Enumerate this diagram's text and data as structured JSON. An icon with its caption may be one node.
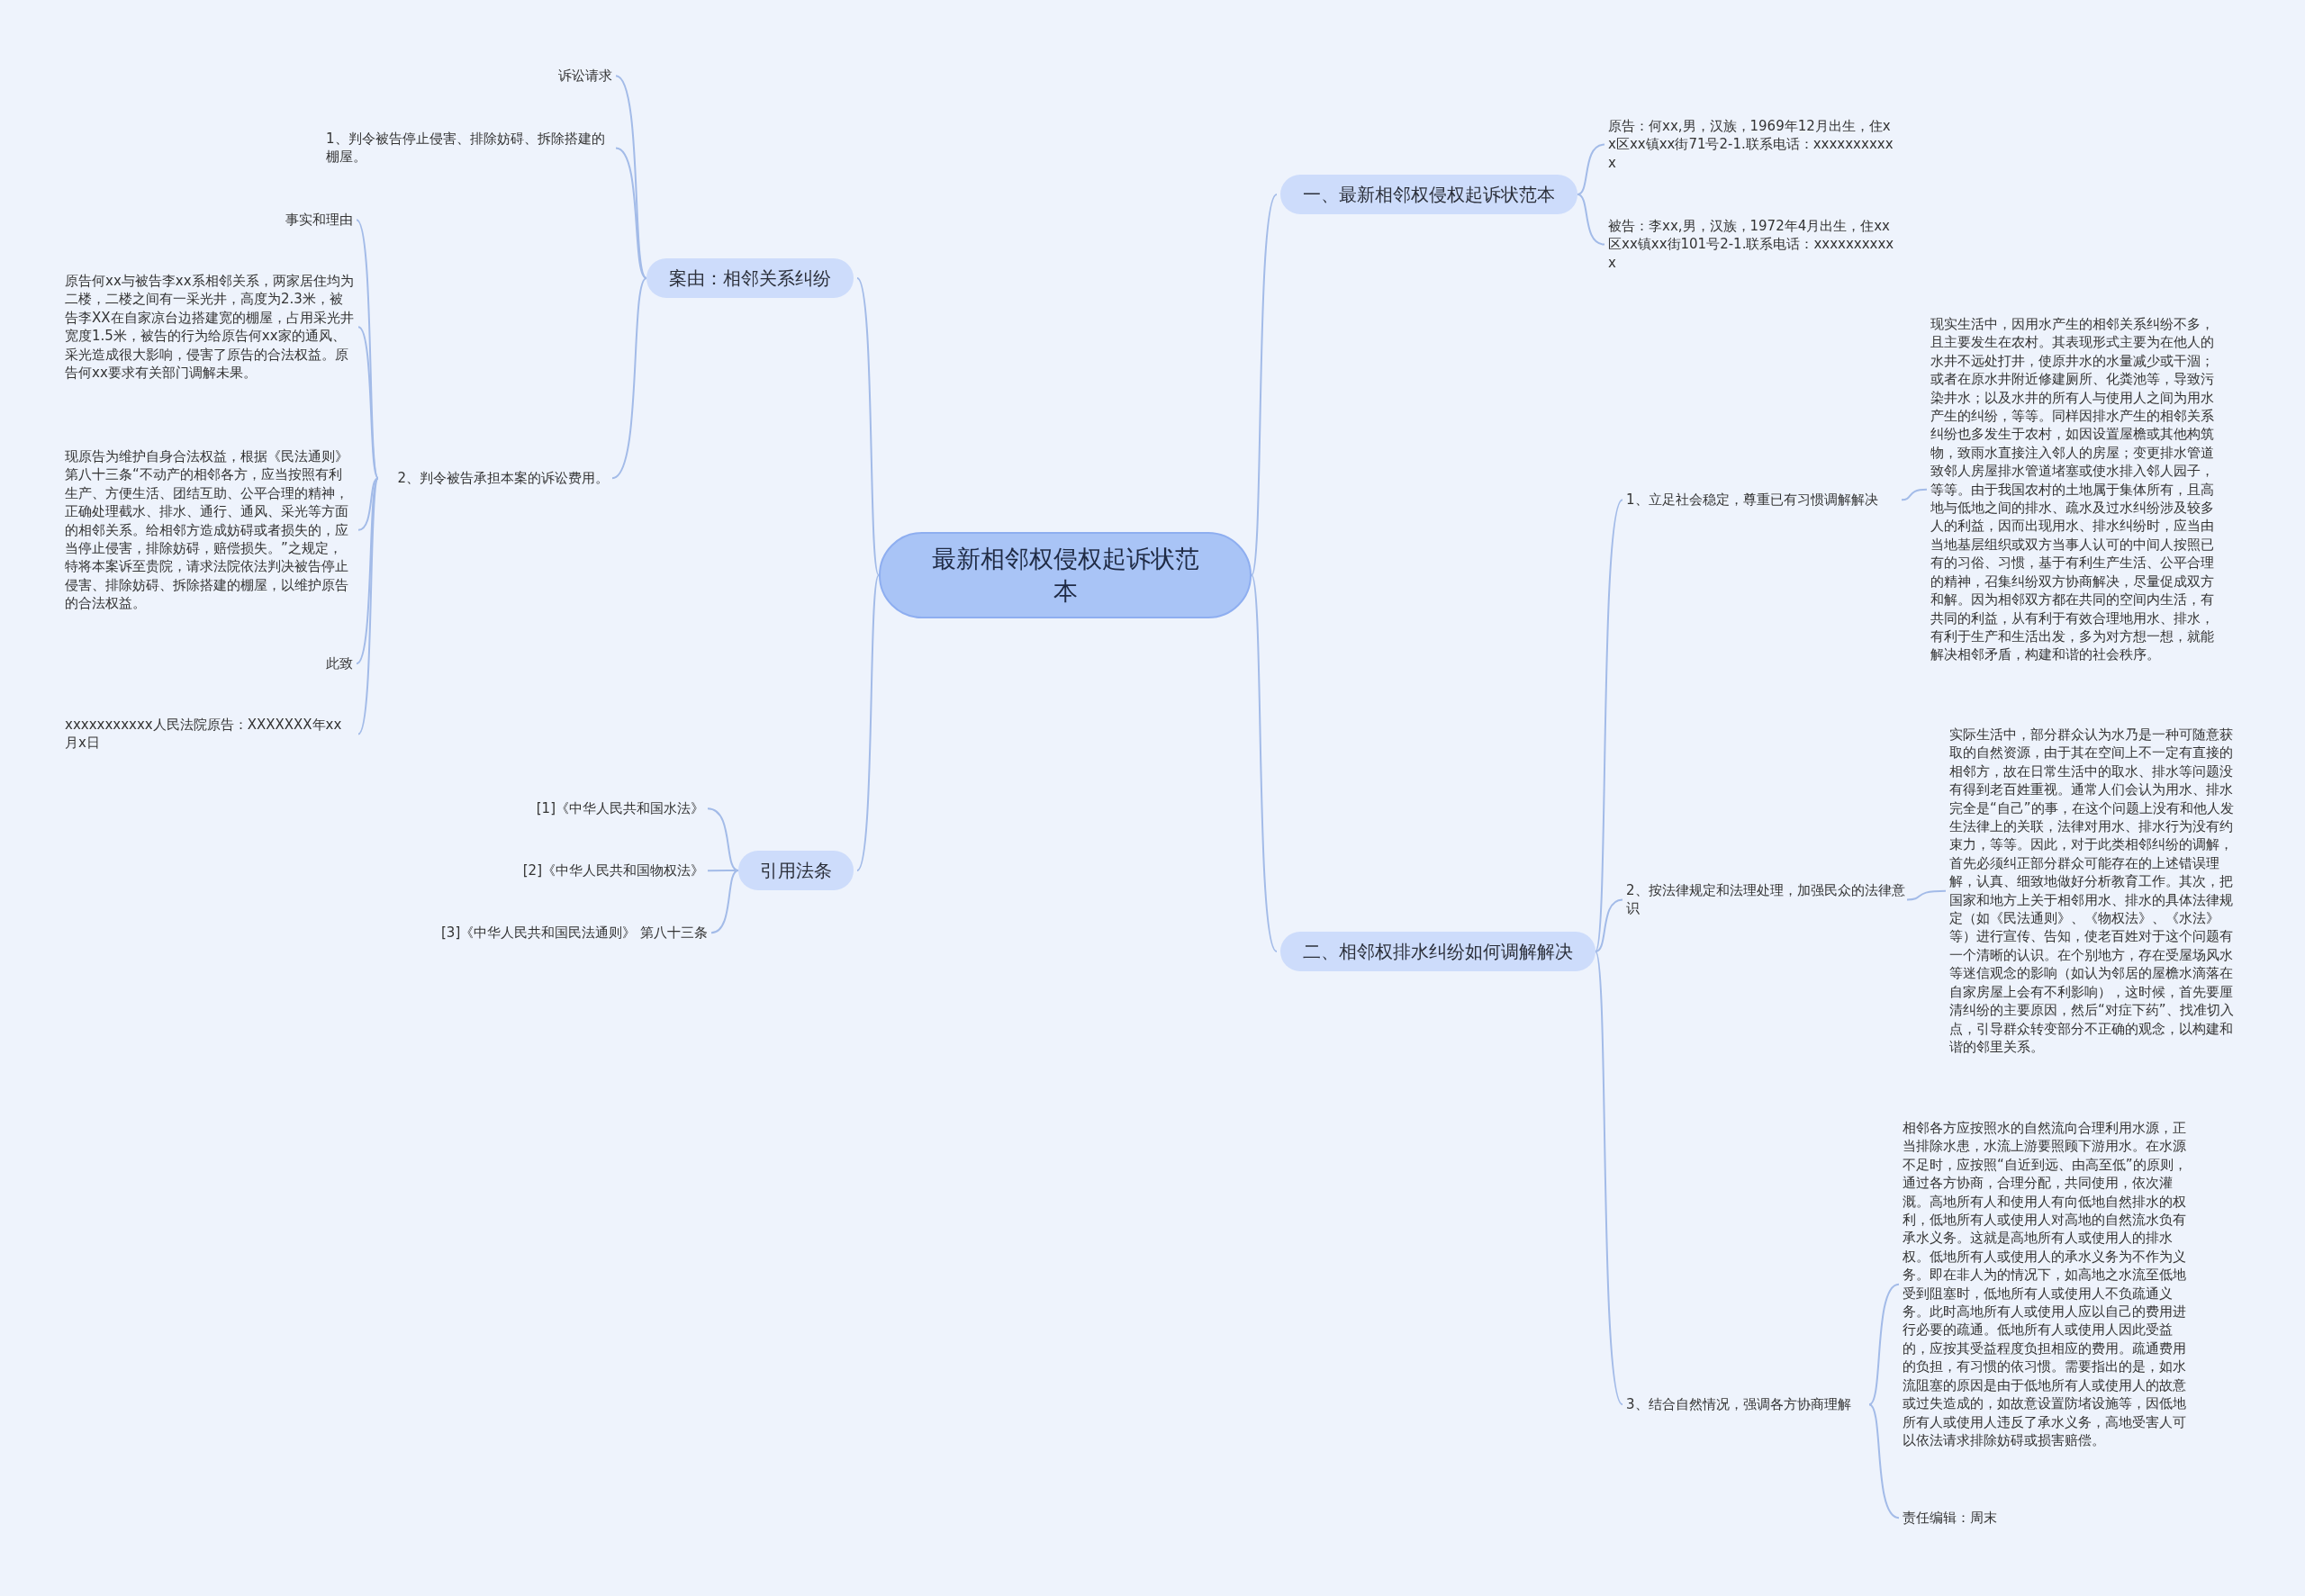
{
  "diagram": {
    "nodes": [
      {
        "text": [
          "最新相邻权侵权起诉状范本"
        ]
      },
      {
        "text": [
          "案由：相邻关系纠纷"
        ]
      },
      {
        "text": [
          "诉讼请求"
        ]
      },
      {
        "text": [
          "1、判令被告停止侵害、排除妨碍、拆除搭建的棚屋。"
        ]
      },
      {
        "text": [
          "2、判令被告承担本案的诉讼费用。"
        ]
      },
      {
        "text": [
          "事实和理由"
        ]
      },
      {
        "text": [
          "原告何xx与被告李xx系相邻关系，两家居住均为二楼，二楼之间有一采光井，高度为2.3米，被告李XX在自家凉台边搭建宽的棚屋，占用采光井宽度1.5米，被告的行为给原告何xx家的通风、采光造成很大影响，侵害了原告的合法权益。原告何xx要求有关部门调解未果。"
        ]
      },
      {
        "text": [
          "现原告为维护自身合法权益，根据《民法通则》第八十三条“不动产的相邻各方，应当按照有利生产、方便生活、团结互助、公平合理的精神，正确处理截水、排水、通行、通风、采光等方面的相邻关系。给相邻方造成妨碍或者损失的，应当停止侵害，排除妨碍，赔偿损失。”之规定，特将本案诉至贵院，请求法院依法判决被告停止侵害、排除妨碍、拆除搭建的棚屋，以维护原告的合法权益。"
        ]
      },
      {
        "text": [
          "此致"
        ]
      },
      {
        "text": [
          "xxxxxxxxxxx人民法院原告：XXXXXXX年xx月x日"
        ]
      },
      {
        "text": [
          "引用法条"
        ]
      },
      {
        "text": [
          "[1]《中华人民共和国水法》"
        ]
      },
      {
        "text": [
          "[2]《中华人民共和国物权法》"
        ]
      },
      {
        "text": [
          "[3]《中华人民共和国民法通则》 第八十三条"
        ]
      },
      {
        "text": [
          "一、最新相邻权侵权起诉状范本"
        ]
      },
      {
        "text": [
          "原告：何xx,男，汉族，1969年12月出生，住xx区xx镇xx街71号2-1.联系电话：xxxxxxxxxxx"
        ]
      },
      {
        "text": [
          "被告：李xx,男，汉族，1972年4月出生，住xx区xx镇xx街101号2-1.联系电话：xxxxxxxxxxx"
        ]
      },
      {
        "text": [
          "二、相邻权排水纠纷如何调解解决"
        ]
      },
      {
        "text": [
          "1、立足社会稳定，尊重已有习惯调解解决"
        ]
      },
      {
        "text": [
          "现实生活中，因用水产生的相邻关系纠纷不多，且主要发生在农村。其表现形式主要为在他人的水井不远处打井，使原井水的水量减少或干涸；或者在原水井附近修建厕所、化粪池等，导致污染井水；以及水井的所有人与使用人之间为用水产生的纠纷，等等。同样因排水产生的相邻关系纠纷也多发生于农村，如因设置屋檐或其他构筑物，致雨水直接注入邻人的房屋；变更排水管道致邻人房屋排水管道堵塞或使水排入邻人园子，等等。由于我国农村的土地属于集体所有，且高地与低地之间的排水、疏水及过水纠纷涉及较多人的利益，因而出现用水、排水纠纷时，应当由当地基层组织或双方当事人认可的中间人按照已有的习俗、习惯，基于有利生产生活、公平合理的精神，召集纠纷双方协商解决，尽量促成双方和解。因为相邻双方都在共同的空间内生活，有共同的利益，从有利于有效合理地用水、排水，有利于生产和生活出发，多为对方想一想，就能解决相邻矛盾，构建和谐的社会秩序。"
        ]
      },
      {
        "text": [
          "2、按法律规定和法理处理，加强民众的法律意识"
        ]
      },
      {
        "text": [
          "实际生活中，部分群众认为水乃是一种可随意获取的自然资源，由于其在空间上不一定有直接的相邻方，故在日常生活中的取水、排水等问题没有得到老百姓重视。通常人们会认为用水、排水完全是“自己”的事，在这个问题上没有和他人发生法律上的关联，法律对用水、排水行为没有约束力，等等。因此，对于此类相邻纠纷的调解，首先必须纠正部分群众可能存在的上述错误理解，认真、细致地做好分析教育工作。其次，把国家和地方上关于相邻用水、排水的具体法律规定（如《民法通则》、《物权法》、《水法》等）进行宣传、告知，使老百姓对于这个问题有一个清晰的认识。在个别地方，存在受屋场风水等迷信观念的影响（如认为邻居的屋檐水滴落在自家房屋上会有不利影响），这时候，首先要厘清纠纷的主要原因，然后“对症下药”、找准切入点，引导群众转变部分不正确的观念，以构建和谐的邻里关系。"
        ]
      },
      {
        "text": [
          "3、结合自然情况，强调各方协商理解"
        ]
      },
      {
        "text": [
          "相邻各方应按照水的自然流向合理利用水源，正当排除水患，水流上游要照顾下游用水。在水源不足时，应按照“自近到远、由高至低”的原则，通过各方协商，合理分配，共同使用，依次灌溉。高地所有人和使用人有向低地自然排水的权利，低地所有人或使用人对高地的自然流水负有承水义务。这就是高地所有人或使用人的排水权。低地所有人或使用人的承水义务为不作为义务。即在非人为的情况下，如高地之水流至低地受到阻塞时，低地所有人或使用人不负疏通义务。此时高地所有人或使用人应以自己的费用进行必要的疏通。低地所有人或使用人因此受益的，应按其受益程度负担相应的费用。疏通费用的负担，有习惯的依习惯。需要指出的是，如水流阻塞的原因是由于低地所有人或使用人的故意或过失造成的，如故意设置防堵设施等，因低地所有人或使用人违反了承水义务，高地受害人可以依法请求排除妨碍或损害赔偿。"
        ]
      },
      {
        "text": [
          "责任编辑：周末"
        ]
      }
    ],
    "edges": [
      {
        "from": 0,
        "to": 1,
        "arrow": "none"
      },
      {
        "from": 1,
        "to": 2,
        "arrow": "none"
      },
      {
        "from": 1,
        "to": 3,
        "arrow": "none"
      },
      {
        "from": 1,
        "to": 4,
        "arrow": "none"
      },
      {
        "from": 4,
        "to": 5,
        "arrow": "none"
      },
      {
        "from": 4,
        "to": 6,
        "arrow": "none"
      },
      {
        "from": 4,
        "to": 7,
        "arrow": "none"
      },
      {
        "from": 4,
        "to": 8,
        "arrow": "none"
      },
      {
        "from": 4,
        "to": 9,
        "arrow": "none"
      },
      {
        "from": 0,
        "to": 10,
        "arrow": "none"
      },
      {
        "from": 10,
        "to": 11,
        "arrow": "none"
      },
      {
        "from": 10,
        "to": 12,
        "arrow": "none"
      },
      {
        "from": 10,
        "to": 13,
        "arrow": "none"
      },
      {
        "from": 0,
        "to": 14,
        "arrow": "none"
      },
      {
        "from": 14,
        "to": 15,
        "arrow": "none"
      },
      {
        "from": 14,
        "to": 16,
        "arrow": "none"
      },
      {
        "from": 0,
        "to": 17,
        "arrow": "none"
      },
      {
        "from": 17,
        "to": 18,
        "arrow": "none"
      },
      {
        "from": 18,
        "to": 19,
        "arrow": "none"
      },
      {
        "from": 17,
        "to": 20,
        "arrow": "none"
      },
      {
        "from": 20,
        "to": 21,
        "arrow": "none"
      },
      {
        "from": 17,
        "to": 22,
        "arrow": "none"
      },
      {
        "from": 22,
        "to": 23,
        "arrow": "none"
      },
      {
        "from": 22,
        "to": 24,
        "arrow": "none"
      }
    ]
  }
}
